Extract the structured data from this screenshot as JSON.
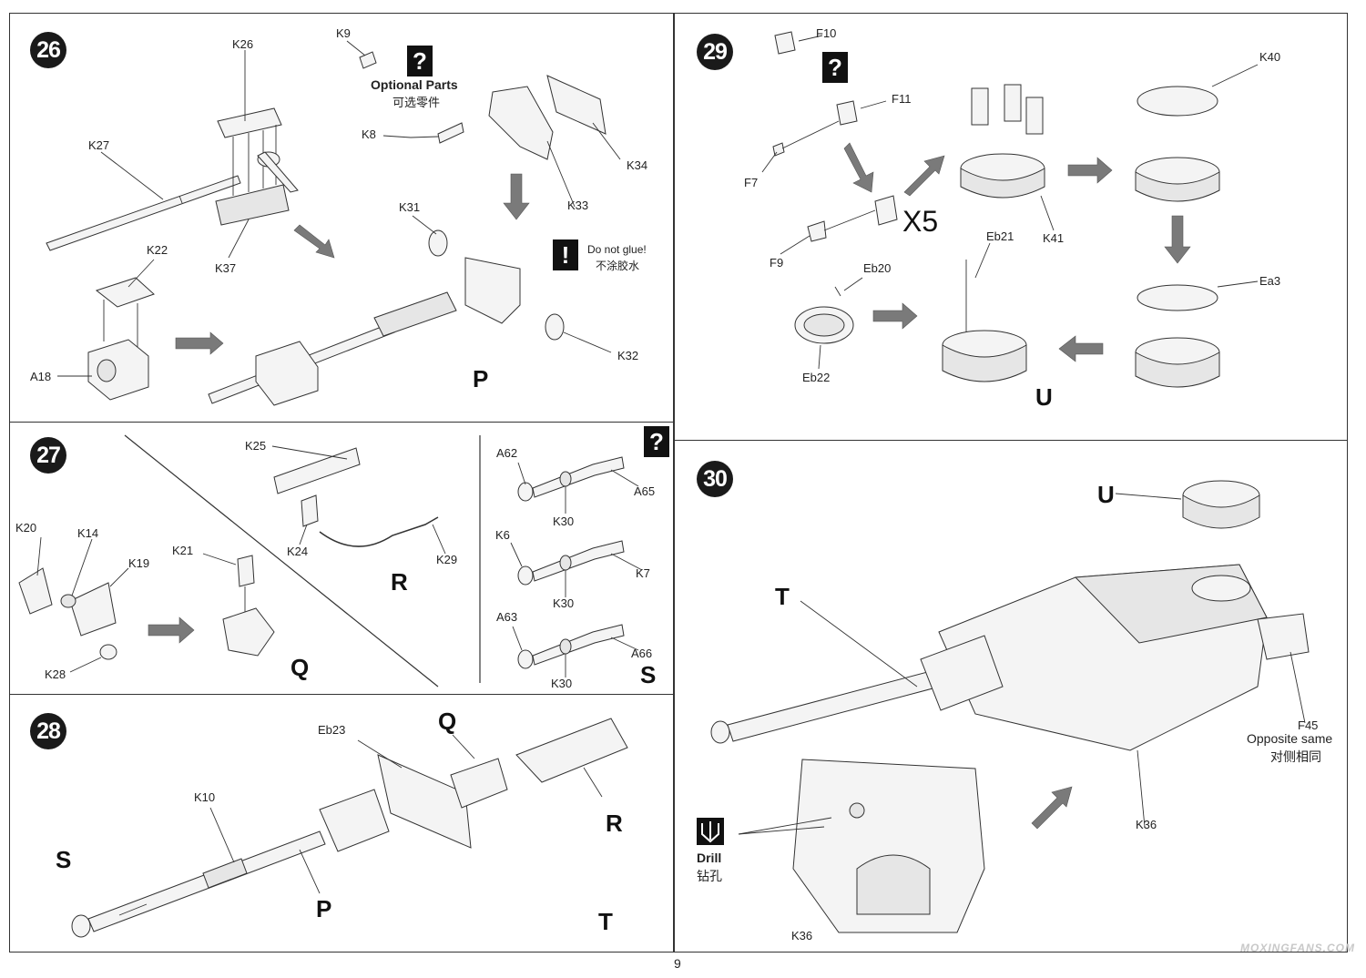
{
  "page_number": "9",
  "watermark": "MOXINGFANS.COM",
  "step26": {
    "number": "26",
    "optional_title": "Optional Parts",
    "optional_cn": "可选零件",
    "qmark": "?",
    "excl": "!",
    "noglue": "Do not glue!",
    "noglue_cn": "不涂胶水",
    "labels": {
      "k26": "K26",
      "k27": "K27",
      "k37": "K37",
      "k22": "K22",
      "a18": "A18",
      "k9": "K9",
      "k8": "K8",
      "k34": "K34",
      "k33": "K33",
      "k31": "K31",
      "k32": "K32"
    },
    "sub": "P"
  },
  "step27": {
    "number": "27",
    "qmark": "?",
    "labels": {
      "k20": "K20",
      "k14": "K14",
      "k19": "K19",
      "k28": "K28",
      "k21": "K21",
      "k25": "K25",
      "k24": "K24",
      "k29": "K29",
      "a62": "A62",
      "a65": "A65",
      "k30a": "K30",
      "k6": "K6",
      "k7": "K7",
      "k30b": "K30",
      "a63": "A63",
      "a66": "A66",
      "k30c": "K30"
    },
    "subQ": "Q",
    "subR": "R",
    "subS": "S"
  },
  "step28": {
    "number": "28",
    "labels": {
      "eb23": "Eb23",
      "k10": "K10"
    },
    "subQ": "Q",
    "subR": "R",
    "subS": "S",
    "subP": "P",
    "subT": "T"
  },
  "step29": {
    "number": "29",
    "qmark": "?",
    "times": "X5",
    "labels": {
      "f10": "F10",
      "f11": "F11",
      "f7": "F7",
      "f9": "F9",
      "k40": "K40",
      "k41": "K41",
      "eb21": "Eb21",
      "eb20": "Eb20",
      "eb22": "Eb22",
      "ea3": "Ea3"
    },
    "sub": "U"
  },
  "step30": {
    "number": "30",
    "labels": {
      "f45": "F45",
      "k36a": "K36",
      "k36b": "K36"
    },
    "opposite": "Opposite same",
    "opposite_cn": "对侧相同",
    "drill": "Drill",
    "drill_cn": "钻孔",
    "subU": "U",
    "subT": "T"
  }
}
